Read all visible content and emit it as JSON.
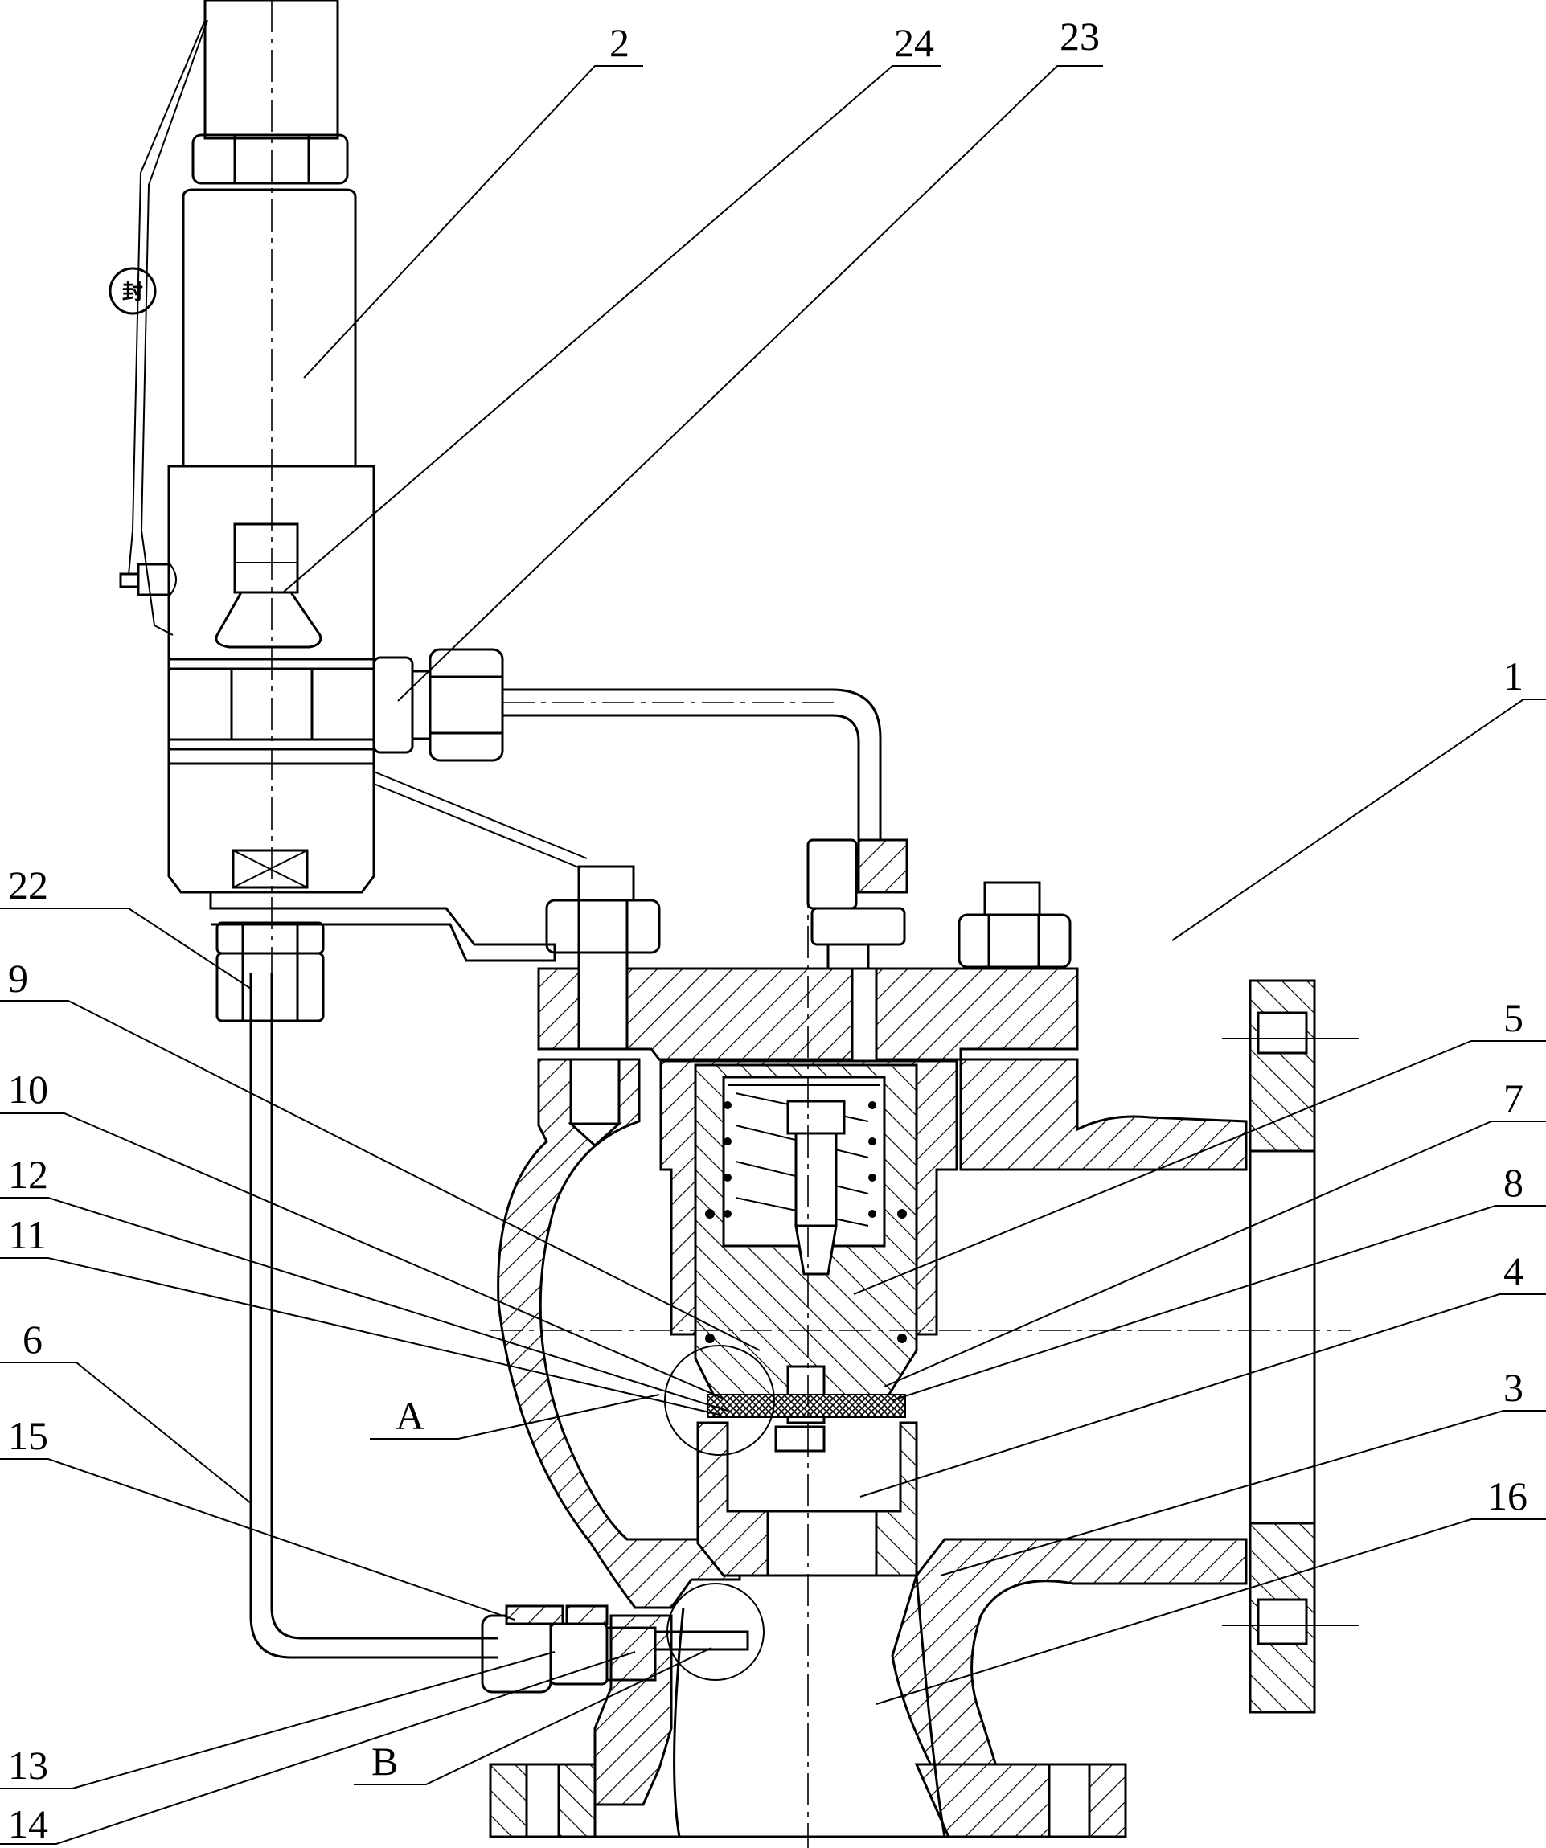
{
  "figure": {
    "callouts": [
      {
        "id": "c2",
        "label": "2"
      },
      {
        "id": "c24",
        "label": "24"
      },
      {
        "id": "c23",
        "label": "23"
      },
      {
        "id": "c1",
        "label": "1"
      },
      {
        "id": "c22",
        "label": "22"
      },
      {
        "id": "c9",
        "label": "9"
      },
      {
        "id": "c5",
        "label": "5"
      },
      {
        "id": "c10",
        "label": "10"
      },
      {
        "id": "c7",
        "label": "7"
      },
      {
        "id": "c12",
        "label": "12"
      },
      {
        "id": "c8",
        "label": "8"
      },
      {
        "id": "c11",
        "label": "11"
      },
      {
        "id": "c4",
        "label": "4"
      },
      {
        "id": "c6",
        "label": "6"
      },
      {
        "id": "c3",
        "label": "3"
      },
      {
        "id": "c15",
        "label": "15"
      },
      {
        "id": "cA",
        "label": "A"
      },
      {
        "id": "c16",
        "label": "16"
      },
      {
        "id": "c13",
        "label": "13"
      },
      {
        "id": "c14",
        "label": "14"
      },
      {
        "id": "cB",
        "label": "B"
      }
    ],
    "seal_mark": "封"
  }
}
